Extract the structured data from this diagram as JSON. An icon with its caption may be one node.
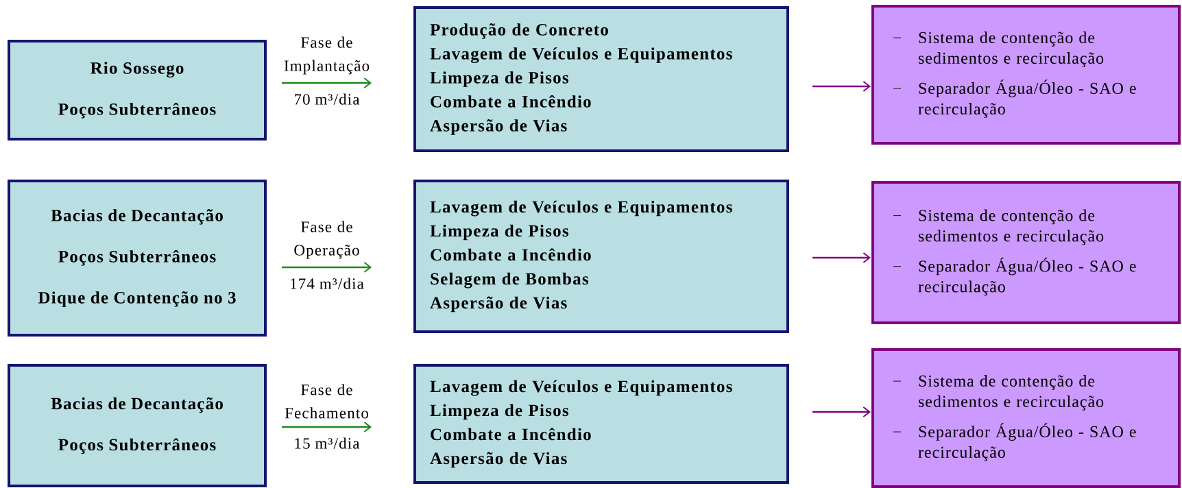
{
  "diagram": {
    "nodes": [
      {
        "text": [
          "Rio Sossego",
          "Poços Subterrâneos"
        ]
      },
      {
        "text": [
          "Produção de Concreto",
          "Lavagem de Veículos e Equipamentos",
          "Limpeza de Pisos",
          "Combate a Incêndio",
          "Aspersão de Vias"
        ]
      },
      {
        "text": [
          "Sistema de contenção de sedimentos e recirculação",
          "Separador Água/Óleo - SAO e recirculação"
        ]
      },
      {
        "text": [
          "Bacias de Decantação",
          "Poços Subterrâneos",
          "Dique de Contenção no 3"
        ]
      },
      {
        "text": [
          "Lavagem de Veículos e Equipamentos",
          "Limpeza de Pisos",
          "Combate a Incêndio",
          "Selagem de Bombas",
          "Aspersão de Vias"
        ]
      },
      {
        "text": [
          "Sistema de contenção de sedimentos e recirculação",
          "Separador Água/Óleo - SAO e recirculação"
        ]
      },
      {
        "text": [
          "Bacias de Decantação",
          "Poços Subterrâneos"
        ]
      },
      {
        "text": [
          "Lavagem de Veículos e Equipamentos",
          "Limpeza de Pisos",
          "Combate a Incêndio",
          "Aspersão de Vias"
        ]
      },
      {
        "text": [
          "Sistema de contenção de sedimentos e recirculação",
          "Separador Água/Óleo - SAO e recirculação"
        ]
      }
    ],
    "edges": [
      {
        "from": 0,
        "to": 1,
        "arrow": "to",
        "label": "Fase de Implantação",
        "color": "#1a8a1a"
      },
      {
        "from": null,
        "to": 2,
        "arrow": "to",
        "color": "#800080"
      },
      {
        "from": 3,
        "to": 4,
        "arrow": "to",
        "label": "Fase de Operação",
        "color": "#1a8a1a"
      },
      {
        "from": null,
        "to": 5,
        "arrow": "to",
        "color": "#800080"
      },
      {
        "from": 6,
        "to": 7,
        "arrow": "to",
        "label": "Fase de Fechamento",
        "color": "#1a8a1a"
      },
      {
        "from": null,
        "to": 8,
        "arrow": "to",
        "color": "#800080"
      }
    ],
    "labels": [
      "70 m³/dia",
      "174 m³/dia",
      "15 m³/dia"
    ]
  }
}
